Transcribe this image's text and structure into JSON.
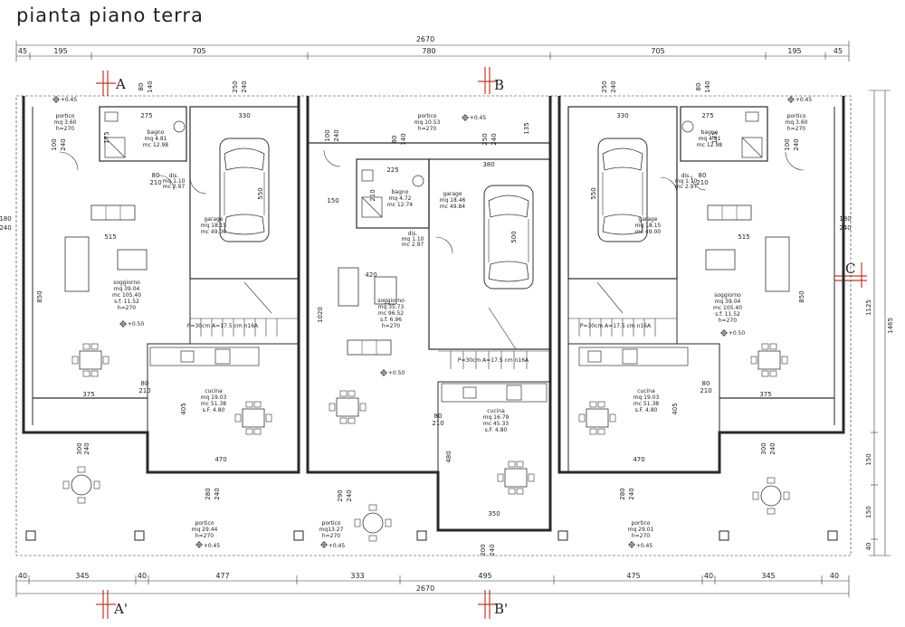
{
  "title": "pianta piano terra",
  "colors": {
    "wall": "#2a2a2a",
    "section_marker": "#c0392b",
    "line": "#3a3a3a"
  },
  "dimensions": {
    "top_overall": "2670",
    "top_segments": [
      "45",
      "195",
      "705",
      "780",
      "705",
      "195",
      "45"
    ],
    "bottom_segments": [
      "40",
      "345",
      "40",
      "477",
      "333",
      "495",
      "475",
      "40",
      "345",
      "40"
    ],
    "bottom_overall": "2670",
    "right_outer": "1465",
    "right_inner": "1125",
    "right_150a": "150",
    "right_150b": "150",
    "right_40": "40",
    "left_180_240": [
      "180",
      "240"
    ],
    "right_180_240": [
      "180",
      "240"
    ]
  },
  "sections": {
    "a": "A",
    "b": "B",
    "c": "C",
    "a2": "A'",
    "b2": "B'"
  },
  "rooms": [
    {
      "id": "portico-nw",
      "lines": [
        "portico",
        "mq 3.60",
        "h=270"
      ]
    },
    {
      "id": "bagno-w",
      "lines": [
        "bagno",
        "mq 4.81",
        "mc 12.98"
      ]
    },
    {
      "id": "portico-top",
      "lines": [
        "portico",
        "mq 10.53",
        "h=270"
      ]
    },
    {
      "id": "portico-ne",
      "lines": [
        "portico",
        "mq 3.60",
        "h=270"
      ]
    },
    {
      "id": "bagno-e",
      "lines": [
        "bagno",
        "mq 4.81",
        "mc 12.98"
      ]
    },
    {
      "id": "bagno-c",
      "lines": [
        "bagno",
        "mq 4.72",
        "mc 12.74"
      ]
    },
    {
      "id": "garage-c",
      "lines": [
        "garage",
        "mq 18.46",
        "mc 49.84"
      ]
    },
    {
      "id": "garage-w",
      "lines": [
        "garage",
        "mq 18.15",
        "mc 49.00"
      ]
    },
    {
      "id": "garage-e",
      "lines": [
        "garage",
        "mq 18.15",
        "mc 49.00"
      ]
    },
    {
      "id": "soggiorno-w",
      "lines": [
        "soggiorno",
        "mq 39.04",
        "mc 105.40",
        "s.f. 11.52",
        "h=270"
      ]
    },
    {
      "id": "soggiorno-c",
      "lines": [
        "soggiorno",
        "mq 35.73",
        "mc 96.52",
        "s.f. 6.96",
        "h=270"
      ]
    },
    {
      "id": "soggiorno-e",
      "lines": [
        "soggiorno",
        "mq 39.04",
        "mc 105.40",
        "s.f. 11.52",
        "h=270"
      ]
    },
    {
      "id": "cucina-w",
      "lines": [
        "cucina",
        "mq 19.03",
        "mc 51.38",
        "s.F. 4.80"
      ]
    },
    {
      "id": "cucina-e",
      "lines": [
        "cucina",
        "mq 19.03",
        "mc 51.38",
        "s.F. 4.80"
      ]
    },
    {
      "id": "cucina-c",
      "lines": [
        "cucina",
        "mq 16.79",
        "mc 45.33",
        "s.F. 4.80"
      ]
    },
    {
      "id": "portico-sw",
      "lines": [
        "portico",
        "mq 29.44",
        "h=270"
      ]
    },
    {
      "id": "portico-sc",
      "lines": [
        "portico",
        "mq13.27",
        "h=270"
      ]
    },
    {
      "id": "portico-se",
      "lines": [
        "portico",
        "mq 29.01",
        "h=270"
      ]
    }
  ],
  "disimpegni": {
    "w": [
      "dis.",
      "mq 1.10",
      "mc 2.97"
    ],
    "c": [
      "dis.",
      "mq 1.10",
      "mc 2.97"
    ],
    "e": [
      "dis.",
      "mq 1.10",
      "mc 2.97"
    ]
  },
  "stair_notes": {
    "w": "P=30cm A=17.5 cm n16A",
    "c": "P=30cm A=17.5 cm n16A",
    "e": "P=30cm A=17.5 cm n16A"
  },
  "levels": [
    "+0.45",
    "+0.45",
    "+0.45",
    "+0.50",
    "+0.50",
    "+0.50",
    "+0.45",
    "+0.45",
    "+0.45"
  ],
  "inner_dims": {
    "w": {
      "d515": "515",
      "d375": "375",
      "d470": "470",
      "d850": "850",
      "d405": "405",
      "d275": "275",
      "d330": "330",
      "d550": "550",
      "d175": "175",
      "d300": "300",
      "d240": "240",
      "d80a": "80",
      "d140": "140",
      "d250": "250",
      "d240b": "240",
      "d80b": "80",
      "d210": "210",
      "d100": "100",
      "d240c": "240",
      "d280": "280",
      "d240d": "240",
      "d80c": "80",
      "d210b": "210"
    },
    "c": {
      "d420": "420",
      "d380": "380",
      "d225": "225",
      "d1020": "1020",
      "d150": "150",
      "d350": "350",
      "d480": "480",
      "d500": "500",
      "d210": "210",
      "d100": "100",
      "d240": "240",
      "d80": "80",
      "d140": "140",
      "d250": "250",
      "d240b": "240",
      "d135": "135",
      "d290": "290",
      "d240c": "240",
      "d200": "200",
      "d240d": "240",
      "d80b": "80",
      "d210b": "210"
    },
    "e": {
      "d515": "515",
      "d375": "375",
      "d470": "470",
      "d850": "850",
      "d405": "405",
      "d275": "275",
      "d330": "330",
      "d550": "550",
      "d175": "175",
      "d300": "300",
      "d240": "240",
      "d80a": "80",
      "d140": "140",
      "d250": "250",
      "d240b": "240",
      "d80b": "80",
      "d210": "210",
      "d100": "100",
      "d240c": "240",
      "d280": "280",
      "d240d": "240",
      "d80c": "80",
      "d210b": "210"
    }
  }
}
